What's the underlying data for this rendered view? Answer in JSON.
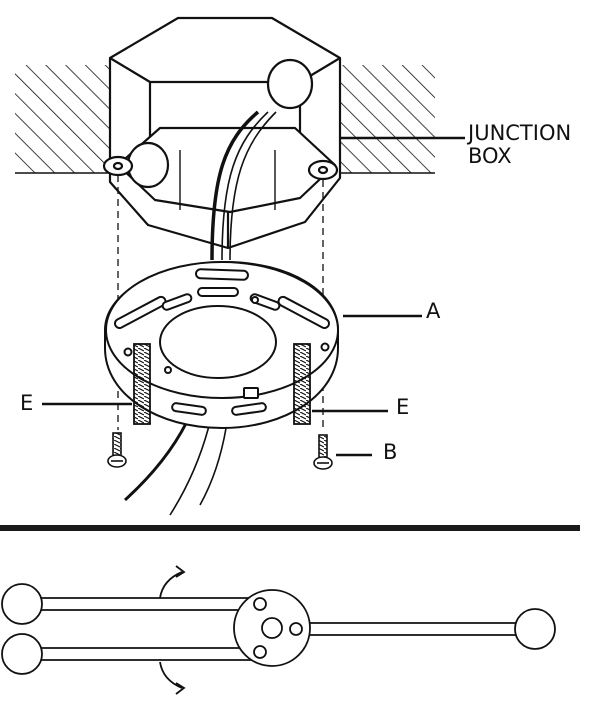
{
  "labels": {
    "junction_box_line1": "JUNCTION",
    "junction_box_line2": "BOX",
    "mounting_plate": "A",
    "screw": "B",
    "stud_left": "E",
    "stud_right": "E"
  },
  "colors": {
    "ink": "#111111",
    "paper": "#ffffff",
    "divider": "#1a1a1a"
  }
}
